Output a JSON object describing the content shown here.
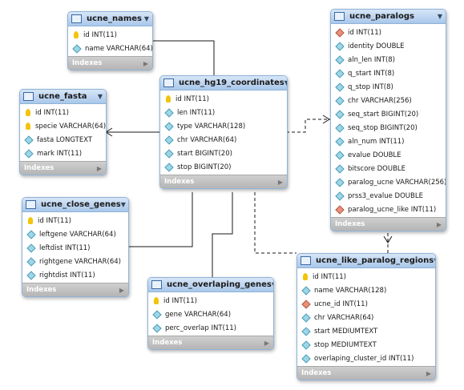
{
  "tables": {
    "ucne_names": {
      "name": "ucne_names",
      "columns": [
        {
          "label": "id INT(11)",
          "icon": "key"
        },
        {
          "label": "name VARCHAR(64)",
          "icon": "attr"
        }
      ],
      "indexes_label": "Indexes"
    },
    "ucne_fasta": {
      "name": "ucne_fasta",
      "columns": [
        {
          "label": "id INT(11)",
          "icon": "key"
        },
        {
          "label": "specie VARCHAR(64)",
          "icon": "key"
        },
        {
          "label": "fasta LONGTEXT",
          "icon": "attr"
        },
        {
          "label": "mark INT(11)",
          "icon": "attr"
        }
      ],
      "indexes_label": "Indexes"
    },
    "ucne_hg19_coordinates": {
      "name": "ucne_hg19_coordinates",
      "columns": [
        {
          "label": "id INT(11)",
          "icon": "key"
        },
        {
          "label": "len INT(11)",
          "icon": "attr"
        },
        {
          "label": "type VARCHAR(128)",
          "icon": "attr"
        },
        {
          "label": "chr VARCHAR(64)",
          "icon": "attr"
        },
        {
          "label": "start BIGINT(20)",
          "icon": "attr"
        },
        {
          "label": "stop BIGINT(20)",
          "icon": "attr"
        }
      ],
      "indexes_label": "Indexes"
    },
    "ucne_paralogs": {
      "name": "ucne_paralogs",
      "columns": [
        {
          "label": "id INT(11)",
          "icon": "fk"
        },
        {
          "label": "identity DOUBLE",
          "icon": "attr"
        },
        {
          "label": "aln_len INT(8)",
          "icon": "attr"
        },
        {
          "label": "q_start INT(8)",
          "icon": "attr"
        },
        {
          "label": "q_stop INT(8)",
          "icon": "attr"
        },
        {
          "label": "chr VARCHAR(256)",
          "icon": "attr"
        },
        {
          "label": "seq_start BIGINT(20)",
          "icon": "attr"
        },
        {
          "label": "seq_stop BIGINT(20)",
          "icon": "attr"
        },
        {
          "label": "aln_num INT(11)",
          "icon": "attr"
        },
        {
          "label": "evalue DOUBLE",
          "icon": "attr"
        },
        {
          "label": "bitscore DOUBLE",
          "icon": "attr"
        },
        {
          "label": "paralog_ucne VARCHAR(256)",
          "icon": "attr"
        },
        {
          "label": "prss3_evalue DOUBLE",
          "icon": "attr"
        },
        {
          "label": "paralog_ucne_like INT(11)",
          "icon": "fk"
        }
      ],
      "indexes_label": "Indexes"
    },
    "ucne_close_genes": {
      "name": "ucne_close_genes",
      "columns": [
        {
          "label": "id INT(11)",
          "icon": "key"
        },
        {
          "label": "leftgene VARCHAR(64)",
          "icon": "attr"
        },
        {
          "label": "leftdist INT(11)",
          "icon": "attr"
        },
        {
          "label": "rightgene VARCHAR(64)",
          "icon": "attr"
        },
        {
          "label": "rightdist INT(11)",
          "icon": "attr"
        }
      ],
      "indexes_label": "Indexes"
    },
    "ucne_overlaping_genes": {
      "name": "ucne_overlaping_genes",
      "columns": [
        {
          "label": "id INT(11)",
          "icon": "key"
        },
        {
          "label": "gene VARCHAR(64)",
          "icon": "attr"
        },
        {
          "label": "perc_overlap INT(11)",
          "icon": "attr"
        }
      ],
      "indexes_label": "Indexes"
    },
    "ucne_like_paralog_regions": {
      "name": "ucne_like_paralog_regions",
      "columns": [
        {
          "label": "id INT(11)",
          "icon": "key"
        },
        {
          "label": "name VARCHAR(128)",
          "icon": "attr"
        },
        {
          "label": "ucne_id INT(11)",
          "icon": "fk"
        },
        {
          "label": "chr VARCHAR(64)",
          "icon": "attr"
        },
        {
          "label": "start MEDIUMTEXT",
          "icon": "attr"
        },
        {
          "label": "stop MEDIUMTEXT",
          "icon": "attr"
        },
        {
          "label": "overlaping_cluster_id INT(11)",
          "icon": "attr"
        }
      ],
      "indexes_label": "Indexes"
    }
  },
  "colors": {
    "header_top": "#d7e6f7",
    "header_bottom": "#a9c7ea",
    "border": "#8fb3d9",
    "footer": "#bcbcbc",
    "connector": "#1a1a1a"
  },
  "icons": {
    "key": "key-icon",
    "attr": "column-diamond-icon",
    "fk": "foreign-key-diamond-icon",
    "table": "table-icon",
    "dropdown": "triangle-down-icon",
    "indexes": "triangle-right-icon"
  }
}
